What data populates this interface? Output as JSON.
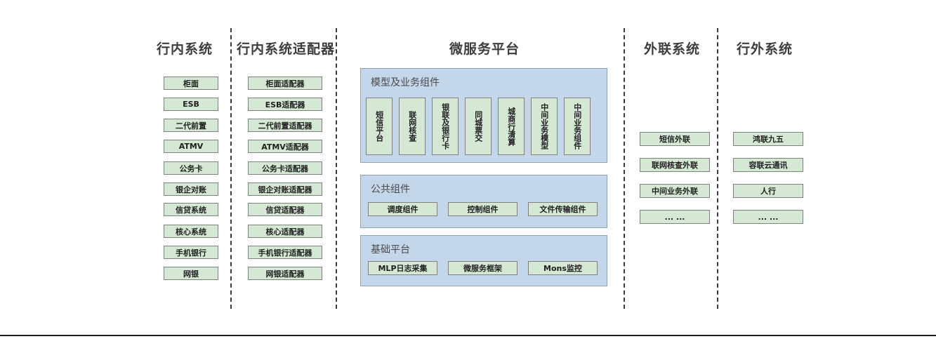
{
  "columns": [
    {
      "id": "internal-systems",
      "title": "行内系统",
      "items": [
        "柜面",
        "ESB",
        "二代前置",
        "ATMV",
        "公务卡",
        "银企对账",
        "信贷系统",
        "核心系统",
        "手机银行",
        "网银"
      ]
    },
    {
      "id": "internal-system-adapters",
      "title": "行内系统适配器",
      "items": [
        "柜面适配器",
        "ESB适配器",
        "二代前置适配器",
        "ATMV适配器",
        "公务卡适配器",
        "银企对账适配器",
        "信贷适配器",
        "核心适配器",
        "手机银行适配器",
        "网银适配器"
      ]
    },
    {
      "id": "external-liaison-systems",
      "title": "外联系统",
      "items": [
        "短信外联",
        "联网核查外联",
        "中间业务外联",
        "... ..."
      ]
    },
    {
      "id": "outside-bank-systems",
      "title": "行外系统",
      "items": [
        "鸿联九五",
        "容联云通讯",
        "人行",
        "... ..."
      ]
    }
  ],
  "platform": {
    "title": "微服务平台",
    "panels": [
      {
        "id": "model-business-components",
        "title": "模型及业务组件",
        "orientation": "vertical",
        "items": [
          "短信平台",
          "联网核查",
          "银联及银行卡",
          "同城票交",
          "城商行清算",
          "中间业务模型",
          "中间业务组件"
        ]
      },
      {
        "id": "common-components",
        "title": "公共组件",
        "orientation": "horizontal",
        "items": [
          "调度组件",
          "控制组件",
          "文件传输组件"
        ]
      },
      {
        "id": "base-platform",
        "title": "基础平台",
        "orientation": "horizontal",
        "items": [
          "MLP日志采集",
          "微服务框架",
          "Mons监控"
        ]
      }
    ]
  },
  "colors": {
    "node_fill": "#d5e8d4",
    "node_border": "#808080",
    "panel_fill": "#c4d6ea",
    "panel_border": "#8aa4be",
    "divider": "#3a3a3a",
    "title_text": "#3d3d3d"
  }
}
